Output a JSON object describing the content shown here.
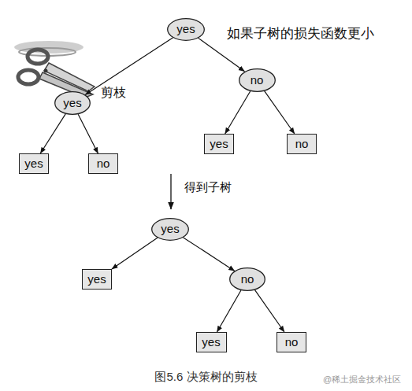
{
  "diagram": {
    "caption": "图5.6 决策树的剪枝",
    "nodes": [
      {
        "text": [
          "yes"
        ]
      },
      {
        "text": [
          "yes"
        ]
      },
      {
        "text": [
          "no"
        ]
      },
      {
        "text": [
          "yes"
        ]
      },
      {
        "text": [
          "no"
        ]
      },
      {
        "text": [
          "yes"
        ]
      },
      {
        "text": [
          "no"
        ]
      },
      {
        "text": [
          "yes"
        ]
      },
      {
        "text": [
          "yes"
        ]
      },
      {
        "text": [
          "no"
        ]
      },
      {
        "text": [
          "yes"
        ]
      },
      {
        "text": [
          "no"
        ]
      }
    ],
    "edges": [
      {
        "from": 0,
        "to": 1,
        "arrow": "to"
      },
      {
        "from": 0,
        "to": 2,
        "arrow": "to"
      },
      {
        "from": 1,
        "to": 3,
        "arrow": "to"
      },
      {
        "from": 1,
        "to": 4,
        "arrow": "to"
      },
      {
        "from": 2,
        "to": 5,
        "arrow": "to"
      },
      {
        "from": 2,
        "to": 6,
        "arrow": "to"
      },
      {
        "from": 7,
        "to": 8,
        "arrow": "to"
      },
      {
        "from": 7,
        "to": 9,
        "arrow": "to"
      },
      {
        "from": 9,
        "to": 10,
        "arrow": "to"
      },
      {
        "from": 9,
        "to": 11,
        "arrow": "to"
      }
    ],
    "labels": [
      "如果子树的损失函数更小",
      "剪枝",
      "得到子树",
      "@稀土掘金技术社区"
    ]
  }
}
